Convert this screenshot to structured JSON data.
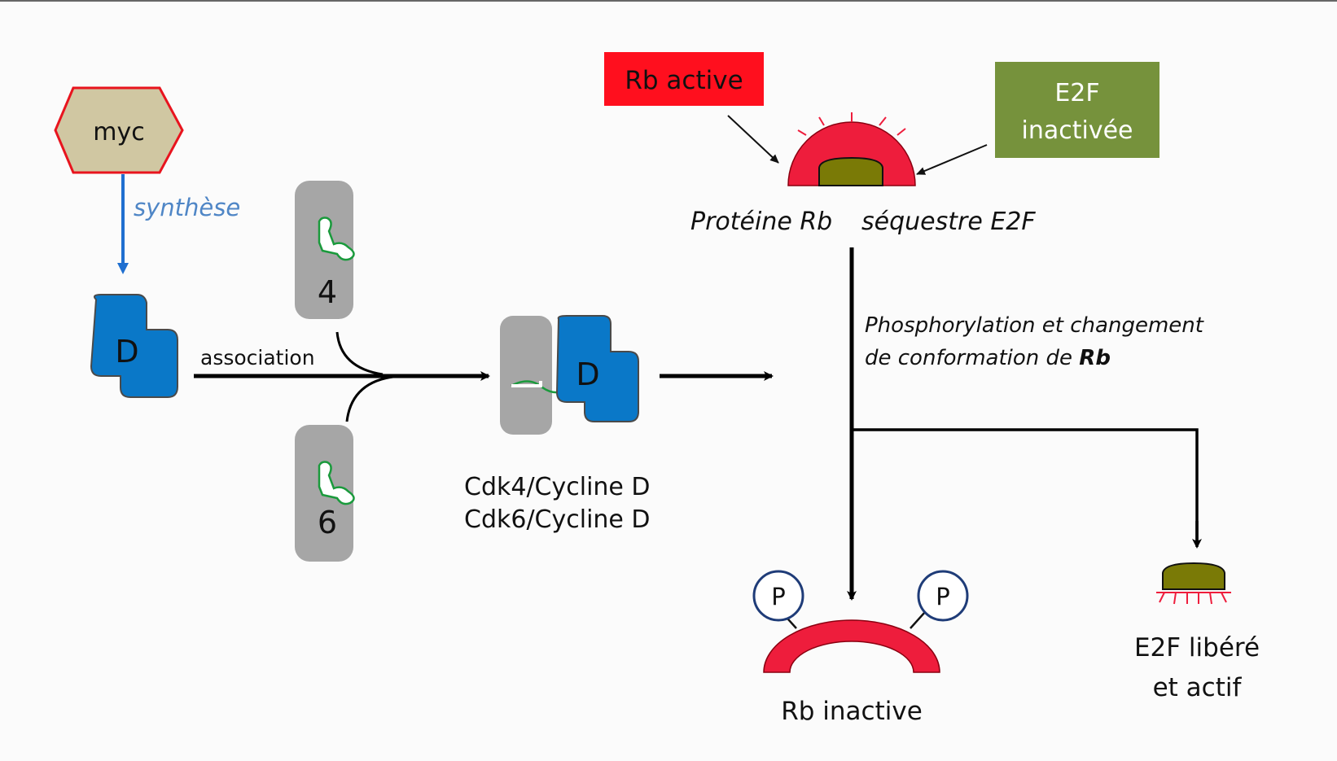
{
  "nodes": {
    "myc": "myc",
    "synthese": "synthèse",
    "cyclin_d": "D",
    "association": "association",
    "cdk4": "4",
    "cdk6": "6",
    "complex_d": "D",
    "complex_line1": "Cdk4/Cycline D",
    "complex_line2": "Cdk6/Cycline D",
    "rb_active": "Rb active",
    "e2f_inactive_line1": "E2F",
    "e2f_inactive_line2": "inactivée",
    "rb_sequestre_a": "Protéine Rb",
    "rb_sequestre_b": "séquestre E2F",
    "phospho_line1": "Phosphorylation et changement",
    "phospho_line2_prefix": "de conformation de ",
    "phospho_line2_bold": "Rb",
    "p_left": "P",
    "p_right": "P",
    "rb_inactive": "Rb inactive",
    "e2f_free_line1": "E2F libéré",
    "e2f_free_line2": "et actif"
  },
  "colors": {
    "myc_fill": "#d0c7a2",
    "myc_stroke": "#e8141e",
    "cyclin_blue": "#0a78c8",
    "cdk_gray": "#a6a6a6",
    "rb_red": "#ee1d3c",
    "label_red": "#ff0f1e",
    "e2f_green": "#76923c",
    "e2f_olive": "#7a7a06",
    "synthese_blue": "#4f86c6",
    "p_ring": "#1f3c78"
  }
}
